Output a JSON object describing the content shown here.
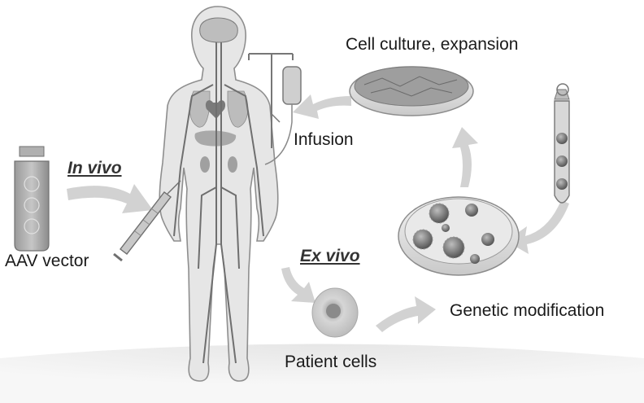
{
  "labels": {
    "cell_culture": "Cell culture, expansion",
    "infusion": "Infusion",
    "aav_vector": "AAV vector",
    "genetic_modification": "Genetic modification",
    "patient_cells": "Patient cells"
  },
  "routes": {
    "in_vivo": "In vivo",
    "ex_vivo": "Ex vivo"
  },
  "colors": {
    "arrow": "#cfcfcf",
    "body_fill": "#e4e4e4",
    "body_outline": "#8a8a8a",
    "vessel_dark": "#6d6d6d",
    "organ": "#b5b5b5",
    "ground": "#ececec"
  }
}
